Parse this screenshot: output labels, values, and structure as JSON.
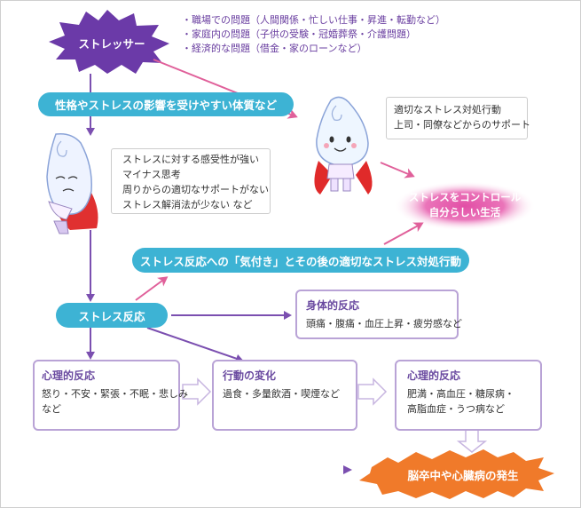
{
  "stressor": {
    "label": "ストレッサー",
    "items": [
      "・職場での問題（人間関係・忙しい仕事・昇進・転勤など）",
      "・家庭内の問題（子供の受験・冠婚葬祭・介護問題）",
      "・経済的な問題（借金・家のローンなど）"
    ]
  },
  "susceptible": {
    "label": "性格やストレスの影響を受けやすい体質など"
  },
  "weak_box": {
    "lines": [
      "ストレスに対する感受性が強い",
      "マイナス思考",
      "周りからの適切なサポートがない",
      "ストレス解消法が少ない  など"
    ]
  },
  "good_box": {
    "lines": [
      "適切なストレス対処行動",
      "上司・同僚などからのサポート"
    ]
  },
  "control": {
    "lines": [
      "ストレスをコントロール",
      "自分らしい生活"
    ]
  },
  "awareness": {
    "label": "ストレス反応への「気付き」とその後の適切なストレス対処行動"
  },
  "reaction": {
    "label": "ストレス反応"
  },
  "physical": {
    "title": "身体的反応",
    "body": "頭痛・腹痛・血圧上昇・疲労感など"
  },
  "psych1": {
    "title": "心理的反応",
    "lines": [
      "怒り・不安・緊張・不眠・悲しみ",
      "など"
    ]
  },
  "behavior": {
    "title": "行動の変化",
    "body": "過食・多量飲酒・喫煙など"
  },
  "psych2": {
    "title": "心理的反応",
    "lines": [
      "肥満・高血圧・糖尿病・",
      "高脂血症・うつ病など"
    ]
  },
  "final": {
    "label": "脳卒中や心臓病の発生"
  },
  "colors": {
    "accent_blue": "#3db3d4",
    "purple": "#7b4fb0",
    "pink_arrow": "#e0609a",
    "orange_burst": "#f07a2a"
  }
}
